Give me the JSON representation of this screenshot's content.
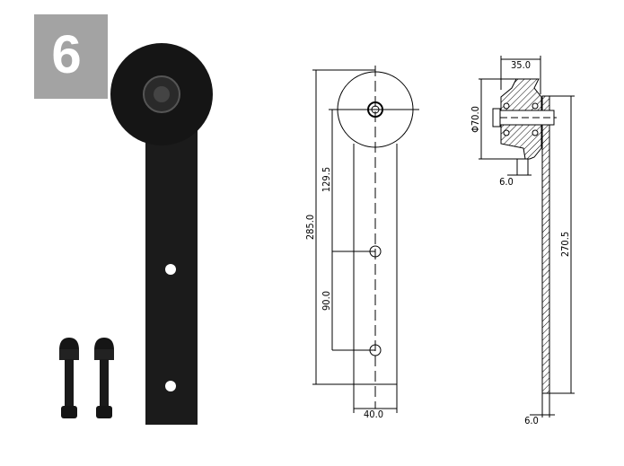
{
  "step_badge": {
    "number": "6",
    "color": "#a3a3a3"
  },
  "front_view": {
    "overall_height": "285.0",
    "axle_to_hole": "129.5",
    "hole_spacing": "90.0",
    "strap_width": "40.0"
  },
  "side_view": {
    "wheel_width": "35.0",
    "wheel_diameter": "Φ70.0",
    "groove_width": "6.0",
    "strap_length": "270.5",
    "strap_thickness": "6.0"
  }
}
